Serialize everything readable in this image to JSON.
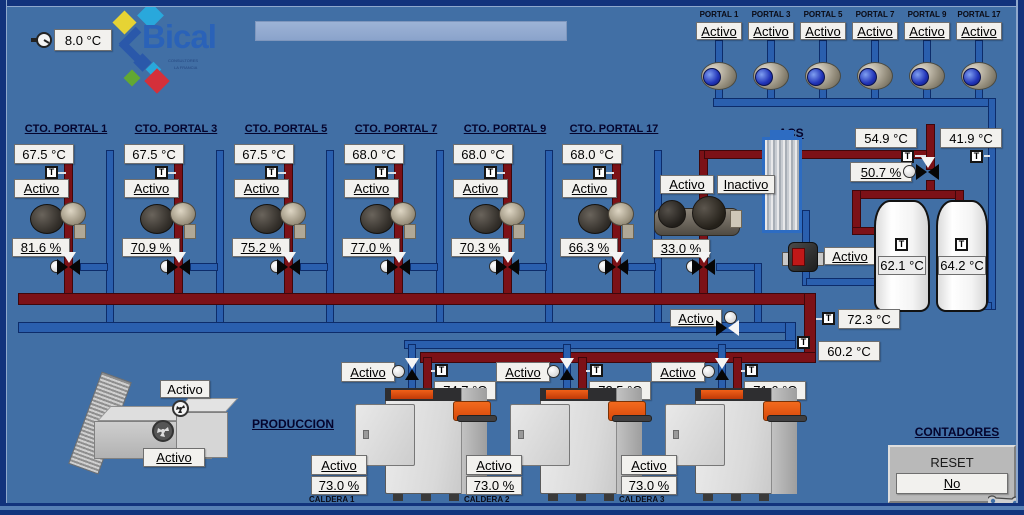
{
  "header": {
    "outdoor_temp": "8.0 °C"
  },
  "logo": {
    "brand": "Bical",
    "subtitle1": "CONSULTORES",
    "subtitle2": "LA FRANCIA"
  },
  "sensor": {
    "label": "T"
  },
  "portals": {
    "items": [
      {
        "label": "PORTAL 1",
        "status": "Activo"
      },
      {
        "label": "PORTAL 3",
        "status": "Activo"
      },
      {
        "label": "PORTAL 5",
        "status": "Activo"
      },
      {
        "label": "PORTAL 7",
        "status": "Activo"
      },
      {
        "label": "PORTAL 9",
        "status": "Activo"
      },
      {
        "label": "PORTAL 17",
        "status": "Activo"
      }
    ]
  },
  "circuits": {
    "items": [
      {
        "title": "CTO. PORTAL 1",
        "temp": "67.5 °C",
        "status": "Activo",
        "percent": "81.6 %"
      },
      {
        "title": "CTO. PORTAL 3",
        "temp": "67.5 °C",
        "status": "Activo",
        "percent": "70.9 %"
      },
      {
        "title": "CTO. PORTAL 5",
        "temp": "67.5 °C",
        "status": "Activo",
        "percent": "75.2 %"
      },
      {
        "title": "CTO. PORTAL 7",
        "temp": "68.0 °C",
        "status": "Activo",
        "percent": "77.0 %"
      },
      {
        "title": "CTO. PORTAL 9",
        "temp": "68.0 °C",
        "status": "Activo",
        "percent": "70.3 %"
      },
      {
        "title": "CTO. PORTAL 17",
        "temp": "68.0 °C",
        "status": "Activo",
        "percent": "66.3 %"
      }
    ]
  },
  "acs": {
    "title": "ACS",
    "pump_a_status": "Activo",
    "pump_b_status": "Inactivo",
    "valve_percent": "33.0 %",
    "supply_temp": "54.9 °C",
    "return_temp": "41.9 °C",
    "mix_percent": "50.7 %",
    "recirc_status": "Activo",
    "tank1_temp": "62.1 °C",
    "tank2_temp": "64.2 °C"
  },
  "network": {
    "bypass_status": "Activo",
    "supply_temp": "72.3 °C",
    "return_temp": "60.2 °C"
  },
  "production": {
    "title": "PRODUCCION",
    "boilers": [
      {
        "name": "CALDERA 1",
        "valve_status": "Activo",
        "supply_temp": "74.7 °C",
        "status": "Activo",
        "power": "73.0 %"
      },
      {
        "name": "CALDERA 2",
        "valve_status": "Activo",
        "supply_temp": "72.5 °C",
        "status": "Activo",
        "power": "73.0 %"
      },
      {
        "name": "CALDERA 3",
        "valve_status": "Activo",
        "supply_temp": "71.6 °C",
        "status": "Activo",
        "power": "73.0 %"
      }
    ]
  },
  "ahu": {
    "status_top": "Activo",
    "status_bottom": "Activo"
  },
  "counters": {
    "title": "CONTADORES",
    "reset_label": "RESET",
    "reset_value": "No"
  },
  "colors": {
    "background": "#416fa5",
    "pipe_hot": "#7c1117",
    "pipe_cold": "#2a5fae",
    "frame": "#12337c"
  }
}
